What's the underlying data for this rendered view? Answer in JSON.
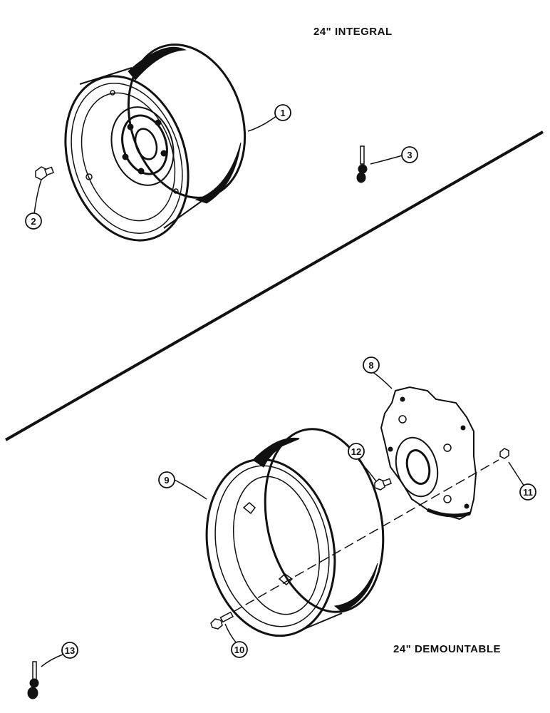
{
  "titles": {
    "integral": "24\" INTEGRAL",
    "demountable": "24\" DEMOUNTABLE"
  },
  "callouts": {
    "c1": "1",
    "c2": "2",
    "c3": "3",
    "c8": "8",
    "c9": "9",
    "c10": "10",
    "c11": "11",
    "c12": "12",
    "c13": "13"
  },
  "colors": {
    "ink": "#111111",
    "paper": "#ffffff"
  }
}
